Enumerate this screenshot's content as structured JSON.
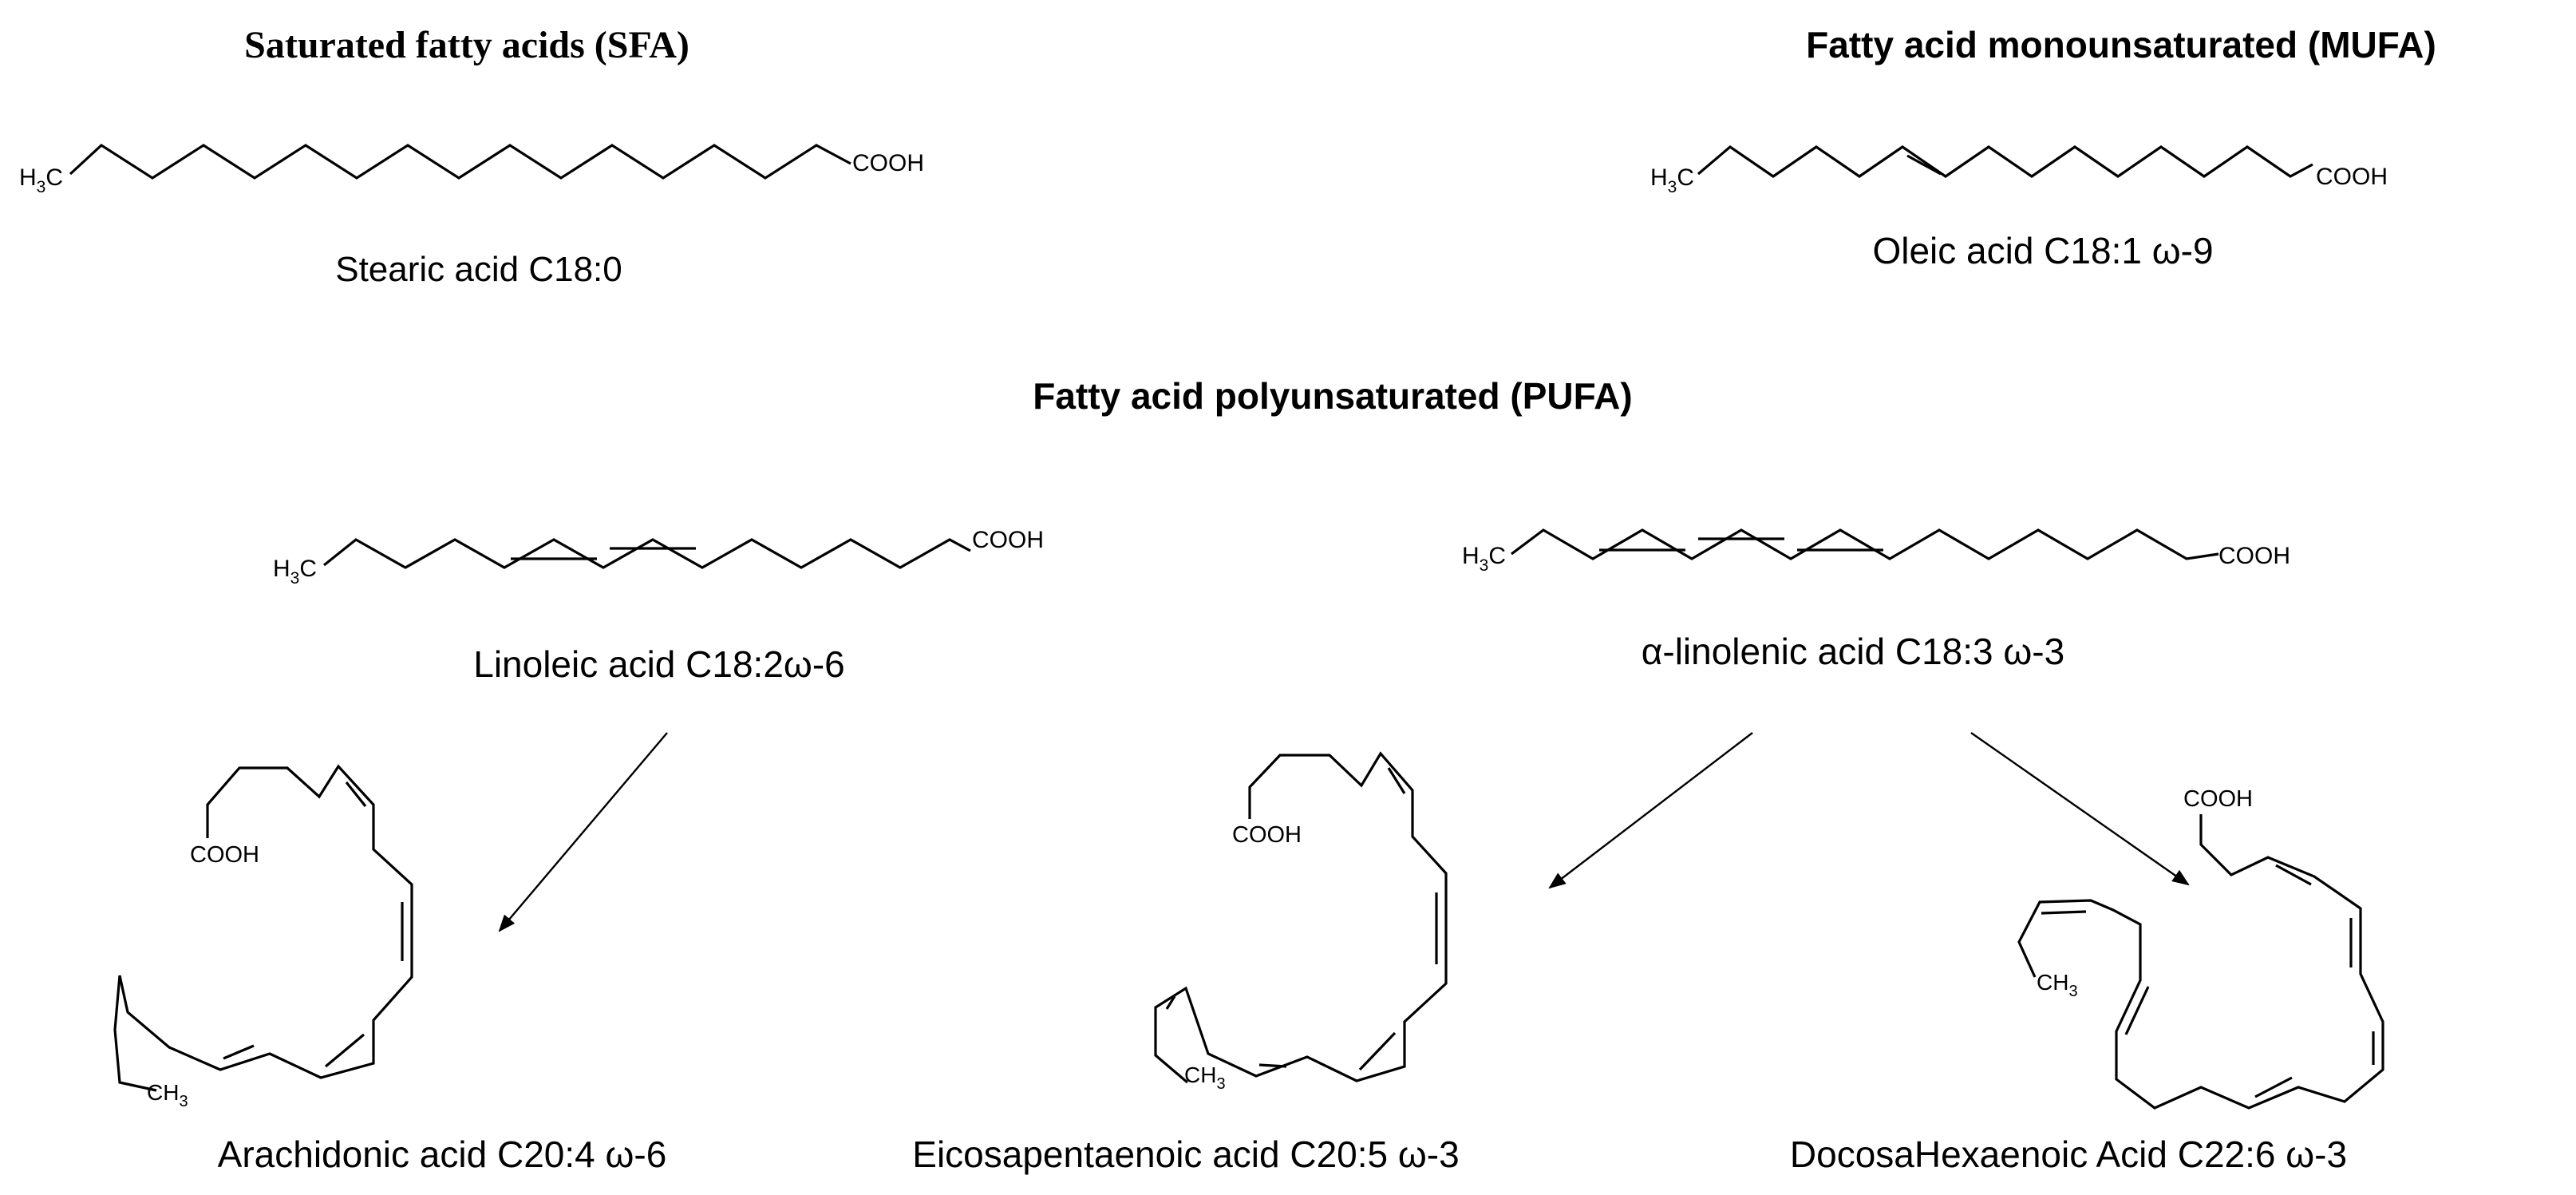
{
  "sfa": {
    "title": "Saturated fatty acids (SFA)",
    "molecule": {
      "name": "Stearic acid C18:0",
      "start_group": "H3C",
      "end_group": "COOH"
    }
  },
  "mufa": {
    "title": "Fatty acid monounsaturated (MUFA)",
    "molecule": {
      "name": "Oleic acid C18:1 ω-9",
      "start_group": "H3C",
      "end_group": "COOH"
    }
  },
  "pufa": {
    "title": "Fatty acid polyunsaturated (PUFA)",
    "linoleic": {
      "name": "Linoleic acid C18:2ω-6",
      "start_group": "H3C",
      "end_group": "COOH"
    },
    "alpha_linolenic": {
      "name": "α-linolenic acid C18:3 ω-3",
      "start_group": "H3C",
      "end_group": "COOH"
    },
    "arachidonic": {
      "name": "Arachidonic acid C20:4 ω-6",
      "acid_group": "COOH",
      "methyl_group": "CH3"
    },
    "epa": {
      "name": "Eicosapentaenoic acid C20:5 ω-3",
      "acid_group": "COOH",
      "methyl_group": "CH3"
    },
    "dha": {
      "name": "DocosaHexaenoic Acid C22:6 ω-3",
      "acid_group": "COOH",
      "methyl_group": "CH3"
    }
  }
}
